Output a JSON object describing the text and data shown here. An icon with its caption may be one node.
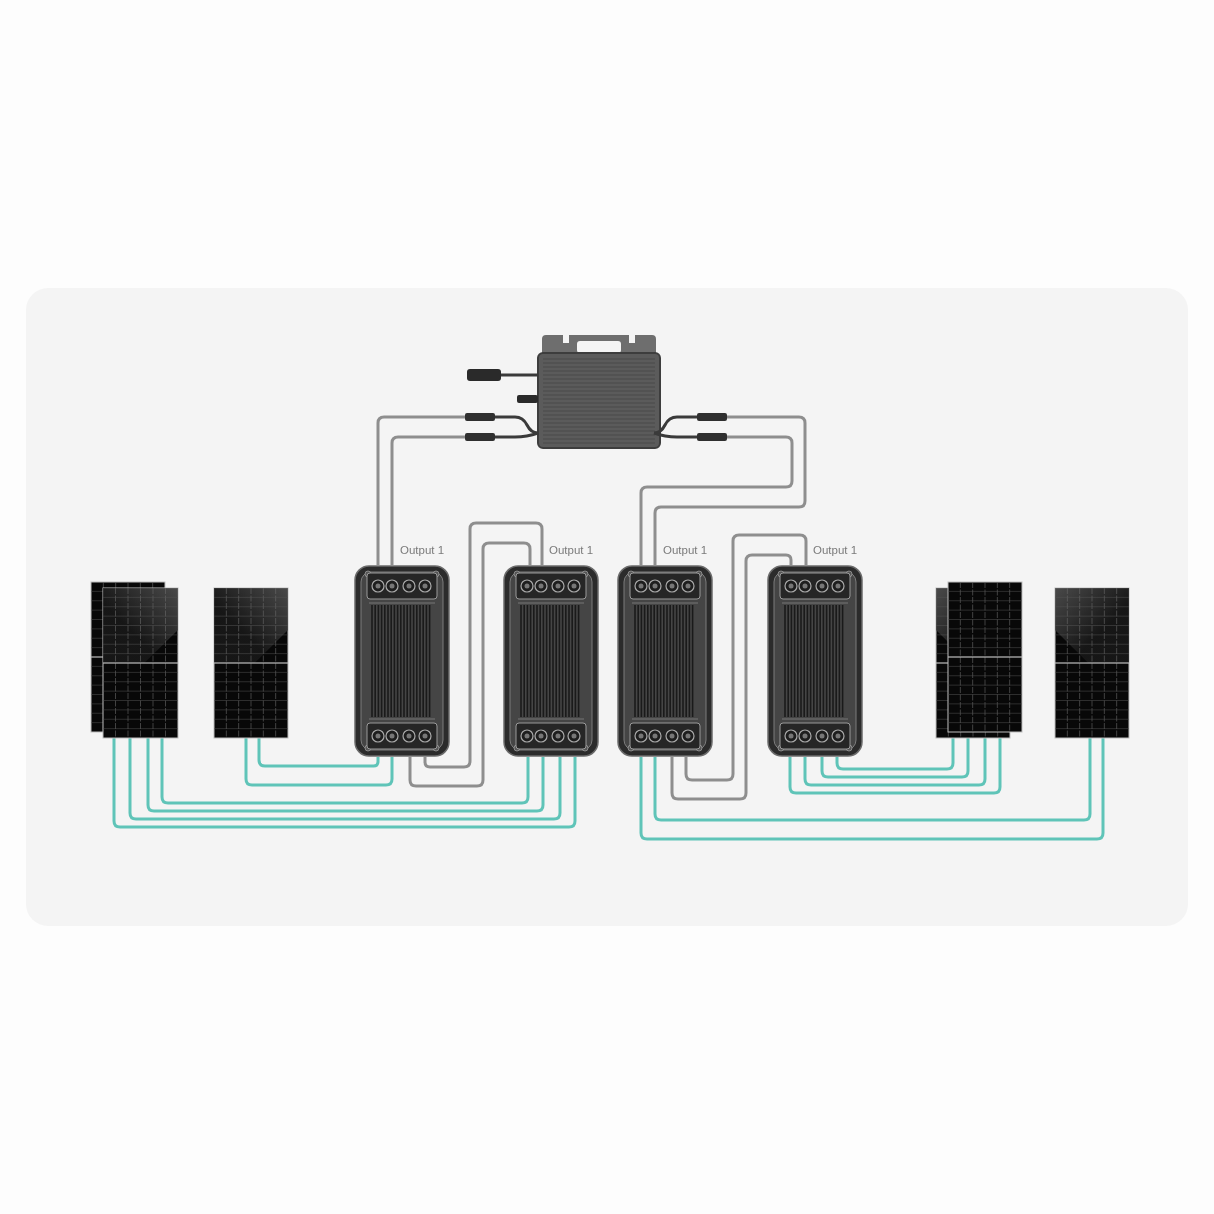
{
  "diagram": {
    "nodes": [
      {
        "text": [],
        "shape": "picture"
      },
      {
        "text": [],
        "shape": "picture"
      },
      {
        "text": [],
        "shape": "picture"
      },
      {
        "text": [],
        "shape": "picture"
      },
      {
        "text": [],
        "shape": "picture",
        "beside": [
          "Output 1"
        ]
      },
      {
        "text": [],
        "shape": "picture",
        "beside": [
          "Output 1"
        ]
      },
      {
        "text": [],
        "shape": "picture",
        "beside": [
          "Output 1"
        ]
      },
      {
        "text": [],
        "shape": "picture",
        "beside": [
          "Output 1"
        ]
      },
      {
        "text": [],
        "shape": "picture"
      },
      {
        "text": [],
        "shape": "picture"
      },
      {
        "text": [],
        "shape": "picture"
      }
    ],
    "edges": [
      {
        "from": 0,
        "to": 4,
        "arrow": "none",
        "color": "#8e8e8e"
      },
      {
        "from": 0,
        "to": 4,
        "arrow": "none",
        "color": "#8e8e8e"
      },
      {
        "from": 0,
        "to": 6,
        "arrow": "none",
        "color": "#8e8e8e"
      },
      {
        "from": 0,
        "to": 6,
        "arrow": "none",
        "color": "#8e8e8e"
      },
      {
        "from": 4,
        "to": 5,
        "arrow": "none",
        "color": "#8e8e8e"
      },
      {
        "from": 4,
        "to": 5,
        "arrow": "none",
        "color": "#8e8e8e"
      },
      {
        "from": 6,
        "to": 7,
        "arrow": "none",
        "color": "#8e8e8e"
      },
      {
        "from": 6,
        "to": 7,
        "arrow": "none",
        "color": "#8e8e8e"
      },
      {
        "from": 3,
        "to": 4,
        "arrow": "none"
      },
      {
        "from": 3,
        "to": 4,
        "arrow": "none"
      },
      {
        "from": 2,
        "to": 5,
        "arrow": "none"
      },
      {
        "from": 2,
        "to": 5,
        "arrow": "none"
      },
      {
        "from": 2,
        "to": 5,
        "arrow": "none"
      },
      {
        "from": 2,
        "to": 5,
        "arrow": "none"
      },
      {
        "from": 10,
        "to": 6,
        "arrow": "none"
      },
      {
        "from": 10,
        "to": 6,
        "arrow": "none"
      },
      {
        "from": 8,
        "to": 7,
        "arrow": "none"
      },
      {
        "from": 8,
        "to": 7,
        "arrow": "none"
      },
      {
        "from": 8,
        "to": 7,
        "arrow": "none"
      },
      {
        "from": 8,
        "to": 7,
        "arrow": "none"
      }
    ]
  }
}
